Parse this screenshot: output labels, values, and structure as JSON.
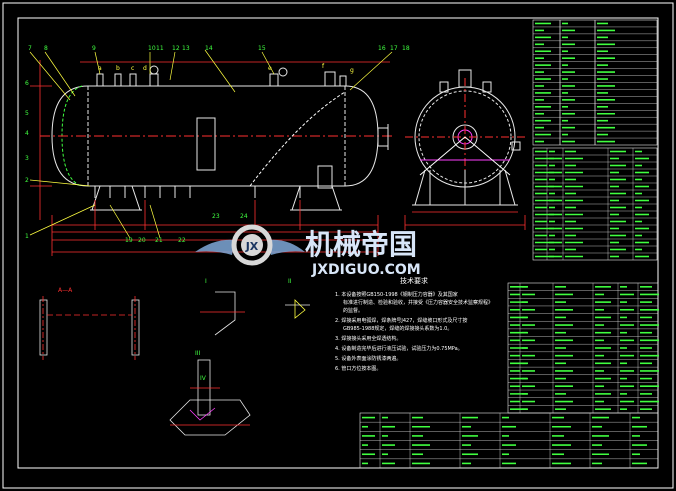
{
  "colors": {
    "background": "#000000",
    "frame": "#ffffff",
    "outline": "#e8e8e8",
    "dimension": "#ff3030",
    "text_cyan": "#00e5ff",
    "text_green": "#40ff40",
    "leader_yellow": "#ffff40",
    "text_magenta": "#ff40ff",
    "watermark_blue": "#7fa8d8"
  },
  "watermark": {
    "brand_cn": "机械帝国",
    "brand_en": "JXDIGUO.COM",
    "emblem_letters": "JX"
  },
  "front_view": {
    "part_numbers_top": [
      "7",
      "8",
      "9",
      "10",
      "11",
      "12",
      "13",
      "14",
      "15",
      "16",
      "17",
      "18"
    ],
    "nozzle_letters_top": [
      "a",
      "b",
      "c",
      "d",
      "e",
      "f",
      "g"
    ],
    "part_numbers_left": [
      "6",
      "5",
      "4",
      "3",
      "2",
      "1"
    ],
    "part_numbers_bottom": [
      "19",
      "20",
      "21",
      "22",
      "23",
      "24"
    ]
  },
  "detail_views": {
    "section_a_label": "A—A",
    "detail_1_label": "I",
    "detail_2_label": "II",
    "detail_3_label": "III",
    "detail_4_label": "IV"
  },
  "notes": {
    "title": "技术要求",
    "items": [
      "1. 本设备按照GB150-1998《钢制压力容器》及其国家标准进行制造、检验和验收，并接受《压力容器安全技术监察规程》的监督。",
      "2. 焊接采用电弧焊，焊条牌号J427，焊缝坡口形式及尺寸按GB985-1988规定，焊缝的焊接接头系数为1.0。",
      "3. 焊接接头采用全焊透结构。",
      "4. 设备制造完毕后进行液压试验，试验压力为0.75MPa。",
      "5. 设备外表面涂防锈漆两遍。",
      "6. 管口方位按本图。"
    ]
  }
}
